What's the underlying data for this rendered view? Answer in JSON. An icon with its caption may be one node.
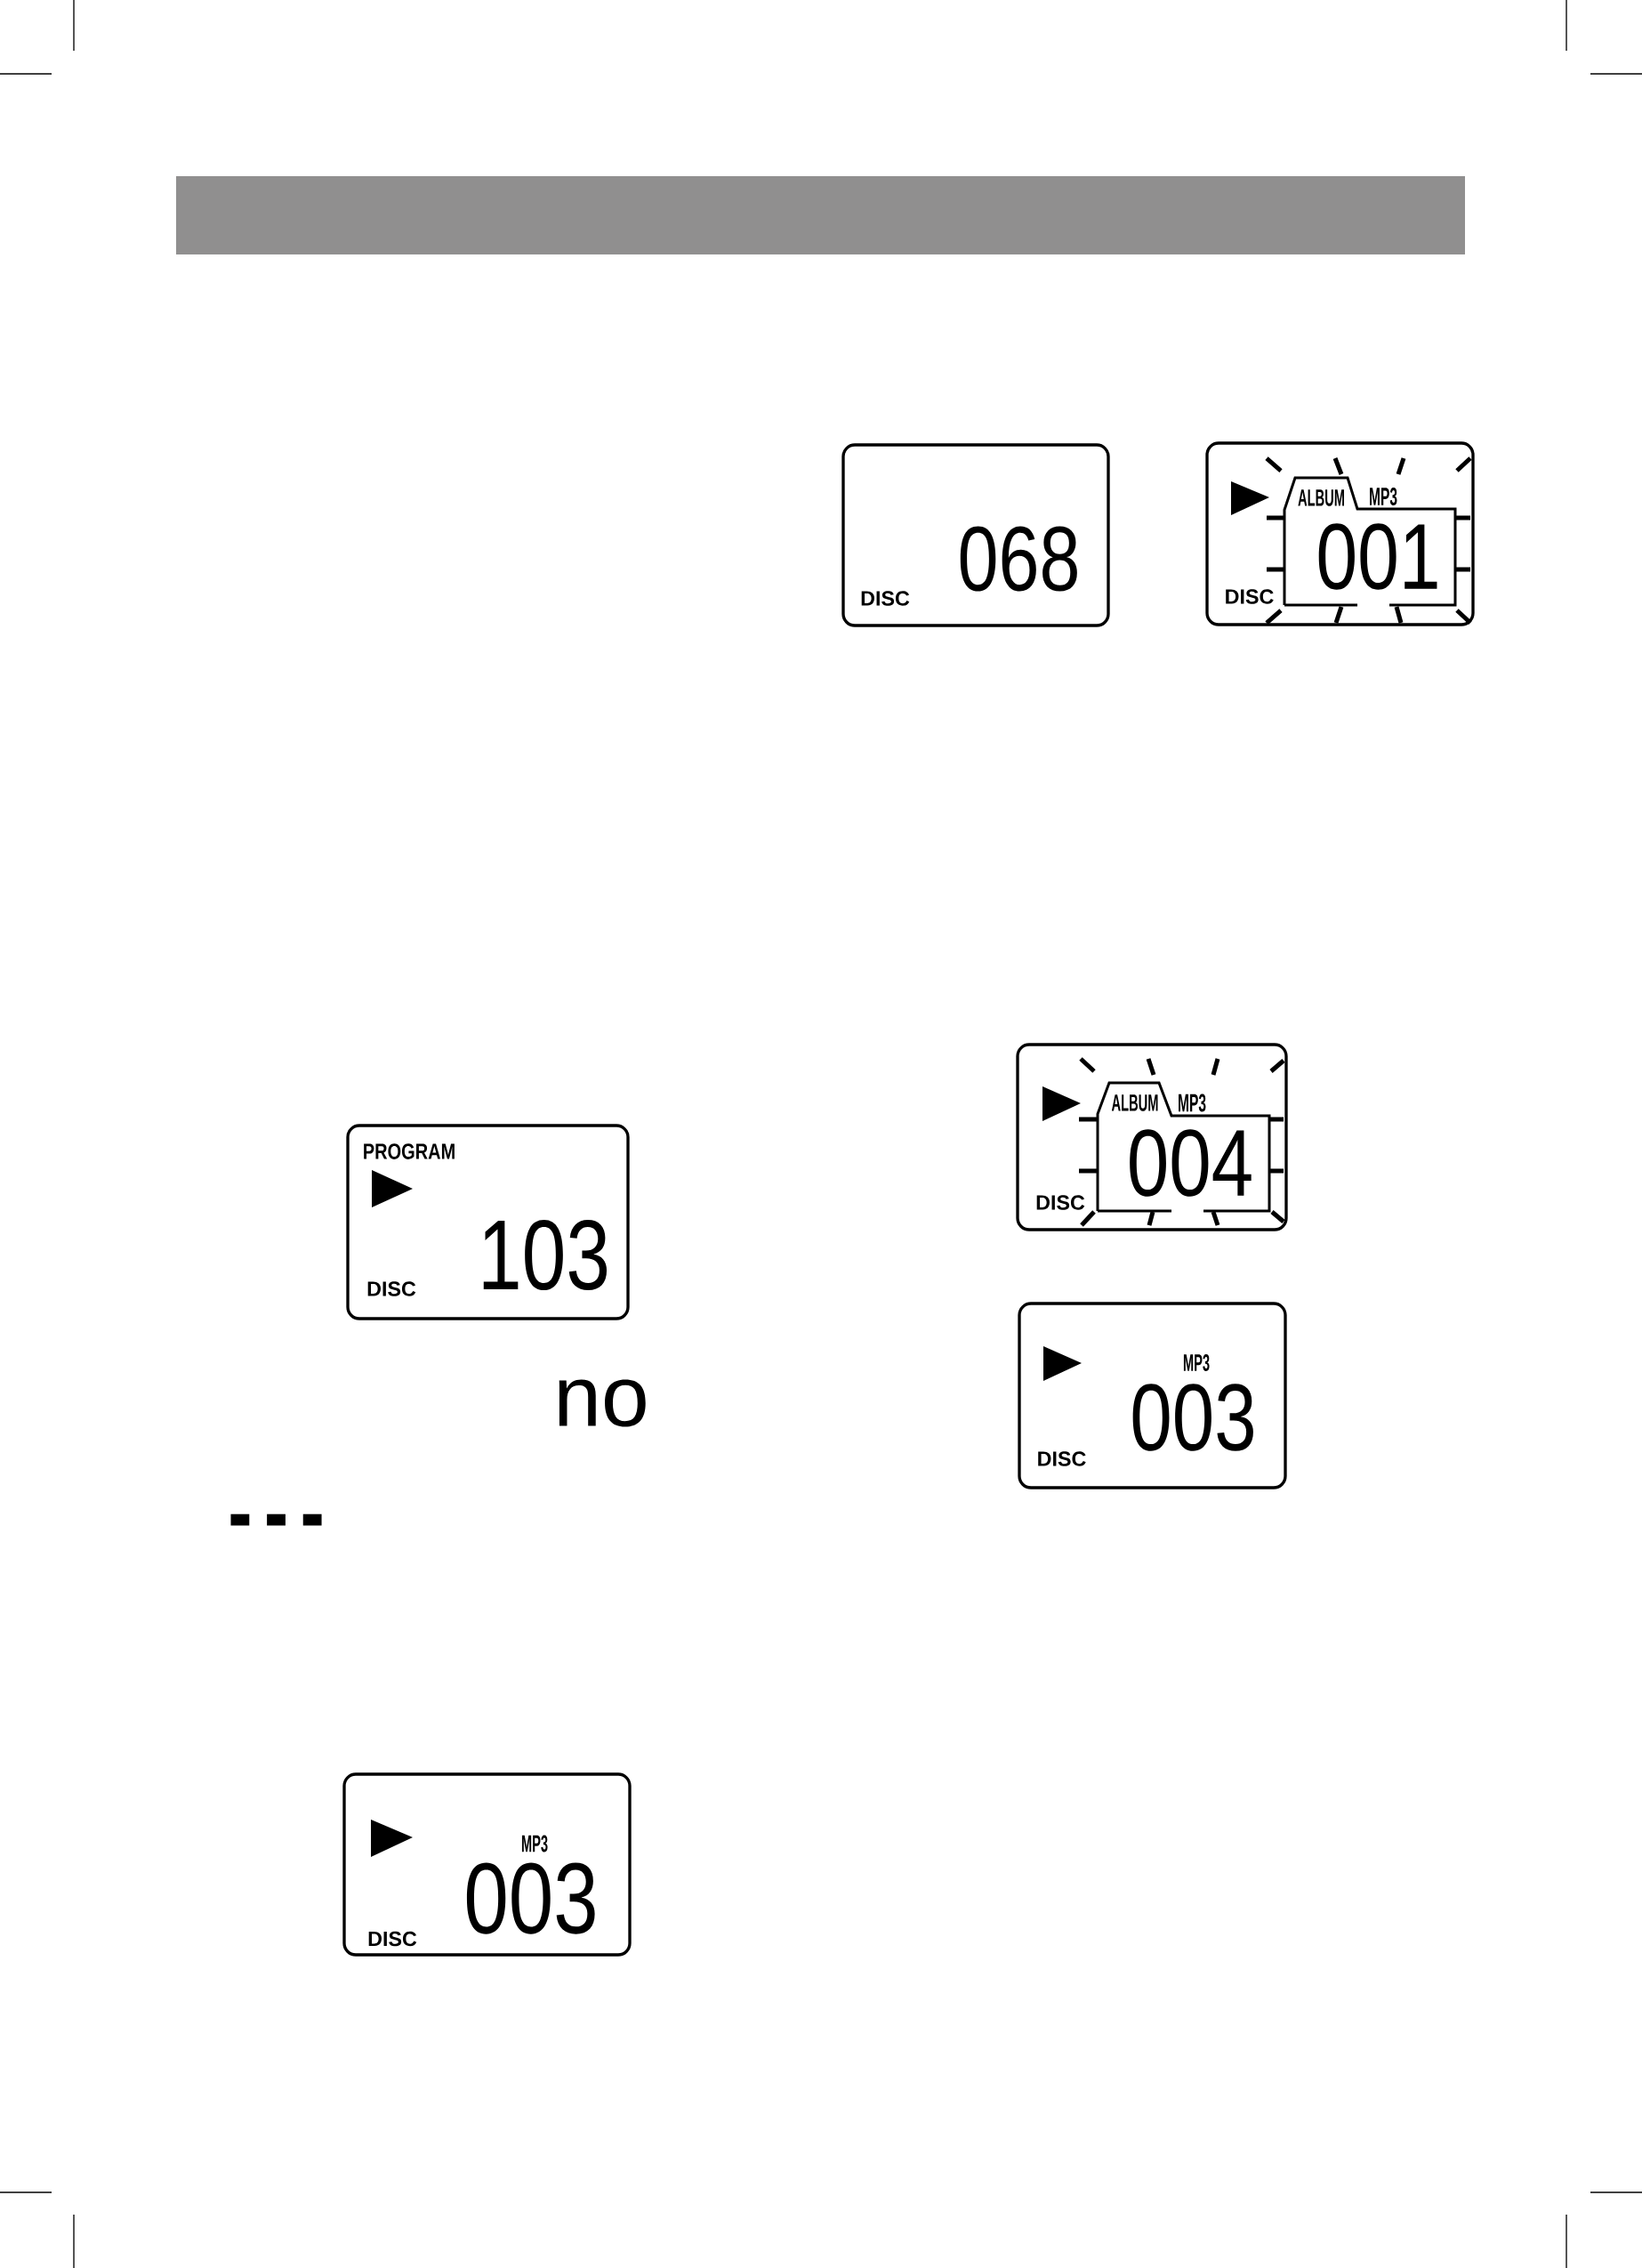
{
  "diagram": {
    "nodes": [
      {
        "text": [
          "068",
          "DISC"
        ]
      },
      {
        "text": [
          "DISC"
        ]
      },
      {
        "text": [
          "ALBUM",
          "MP3",
          "001"
        ],
        "in": 1
      },
      {
        "text": [
          "PROGRAM",
          "DISC",
          "103"
        ]
      },
      {
        "text": [
          "MP3",
          "003",
          "DISC"
        ]
      },
      {
        "text": [
          "DISC"
        ]
      },
      {
        "text": [
          "ALBUM",
          "MP3",
          "004"
        ],
        "in": 5
      },
      {
        "text": [
          "MP3",
          "003",
          "DISC"
        ]
      }
    ],
    "labels": [
      "no",
      "---"
    ]
  }
}
